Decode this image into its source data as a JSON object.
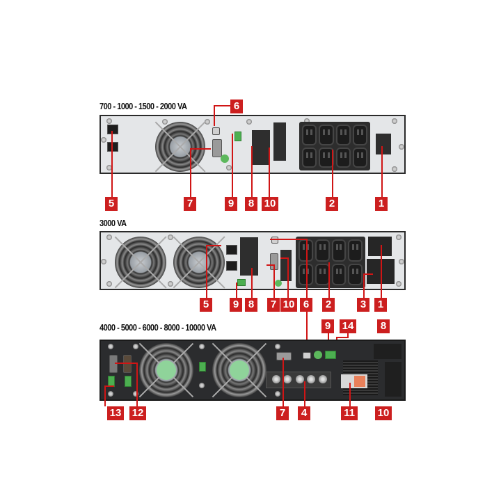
{
  "diagram": {
    "sections": [
      {
        "id": "small",
        "title": "700 - 1000 - 1500 - 2000 VA",
        "labels": [
          "6",
          "5",
          "7",
          "9",
          "8",
          "10",
          "2",
          "1"
        ]
      },
      {
        "id": "mid",
        "title": "3000 VA",
        "labels": [
          "5",
          "9",
          "8",
          "7",
          "10",
          "6",
          "2",
          "3",
          "1"
        ]
      },
      {
        "id": "large",
        "title": "4000 - 5000 - 6000 - 8000 - 10000 VA",
        "labels": [
          "9",
          "14",
          "8",
          "13",
          "12",
          "7",
          "4",
          "11",
          "10"
        ]
      }
    ],
    "colors": {
      "label_bg": "#cc1f1f",
      "label_text": "#ffffff",
      "leader_line": "#d01515",
      "panel_light": "#e4e6e8",
      "panel_dark": "#2b2c2e"
    }
  }
}
